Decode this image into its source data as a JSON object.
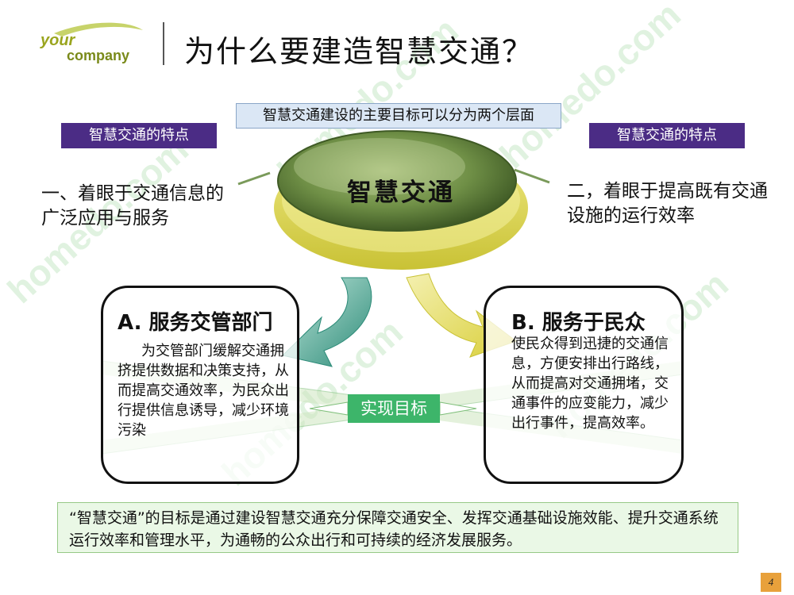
{
  "logo": {
    "line1": "your",
    "line2": "company"
  },
  "title": "为什么要建造智慧交通？",
  "goal_box": "智慧交通建设的主要目标可以分为两个层面",
  "feature_left": "智慧交通的特点",
  "feature_right": "智慧交通的特点",
  "point_left": "一、着眼于交通信息的广泛应用与服务",
  "point_right": "二，着眼于提高既有交通设施的运行效率",
  "center": "智慧交通",
  "box_a": {
    "title": "A. 服务交管部门",
    "body": "为交管部门缓解交通拥挤提供数据和决策支持，从而提高交通效率，为民众出行提供信息诱导，减少环境污染"
  },
  "box_b": {
    "title": "B. 服务于民众",
    "body": "使民众得到迅捷的交通信息，方便安排出行路线，从而提高对交通拥堵，交通事件的应变能力，减少出行事件，提高效率。"
  },
  "achieve": "实现目标",
  "bottom": "“智慧交通”的目标是通过建设智慧交通充分保障交通安全、发挥交通基础设施效能、提升交通系统运行效率和管理水平，为通畅的公众出行和可持续的经济发展服务。",
  "page_number": "4",
  "colors": {
    "feature_label": "#4b2c85",
    "achieve": "#3db56a",
    "ellipse_green": "#6f8f46",
    "ellipse_yellow": "#d8d24a",
    "arrow_teal": "#3a9b8a",
    "arrow_yellow": "#e3da5a"
  }
}
